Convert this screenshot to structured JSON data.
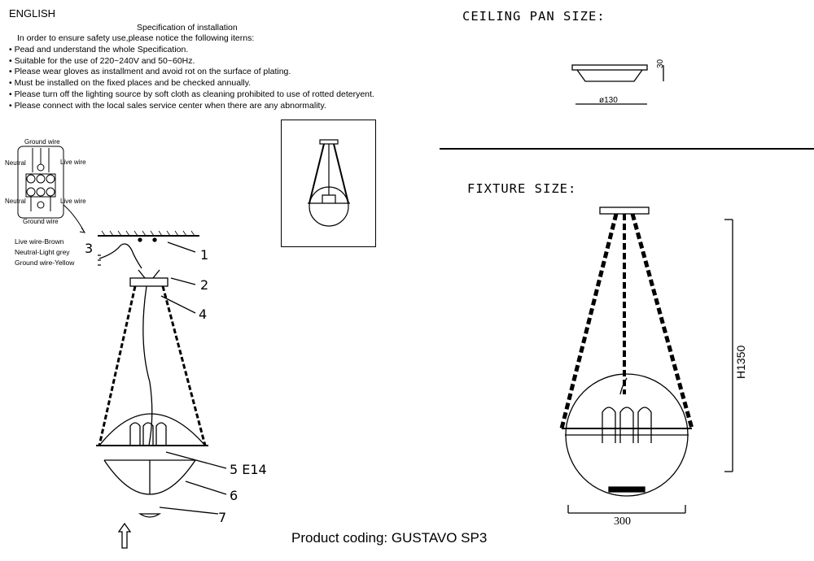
{
  "instructions": {
    "language": "ENGLISH",
    "title": "Specification of installation",
    "intro": "In order to ensure safety use,please notice the following iterns:",
    "rules": [
      "• Pead and understand the whole Specification.",
      "• Suitable for the use of 220~240V and 50~60Hz.",
      "• Please wear gloves as installment and avoid rot on the surface of plating.",
      "• Must be installed on the fixed places and be checked annually.",
      "• Please turn off the lighting source by soft cloth as cleaning prohibited to use of rotted deteryent.",
      "• Please connect with the local sales service center when there are any abnormality."
    ]
  },
  "wiring": {
    "ground_top": "Ground wire",
    "neutral_top": "Neutral",
    "live_top": "Live wire",
    "neutral_bottom": "Neutral",
    "live_bottom": "Live wire",
    "ground_bottom": "Ground wire",
    "legend": [
      "Live wire-Brown",
      "Neutral-Light grey",
      "Ground wire-Yellow"
    ]
  },
  "callouts": {
    "c1": "1",
    "c2": "2",
    "c3": "3",
    "c4": "4",
    "c5": "5 E14",
    "c6": "6",
    "c7": "7"
  },
  "ceiling_pan": {
    "title": "CEILING PAN SIZE:",
    "diameter": "ø130",
    "height": "30"
  },
  "fixture": {
    "title": "FIXTURE SIZE:",
    "height": "H1350",
    "width": "300"
  },
  "product": "Product coding: GUSTAVO SP3"
}
